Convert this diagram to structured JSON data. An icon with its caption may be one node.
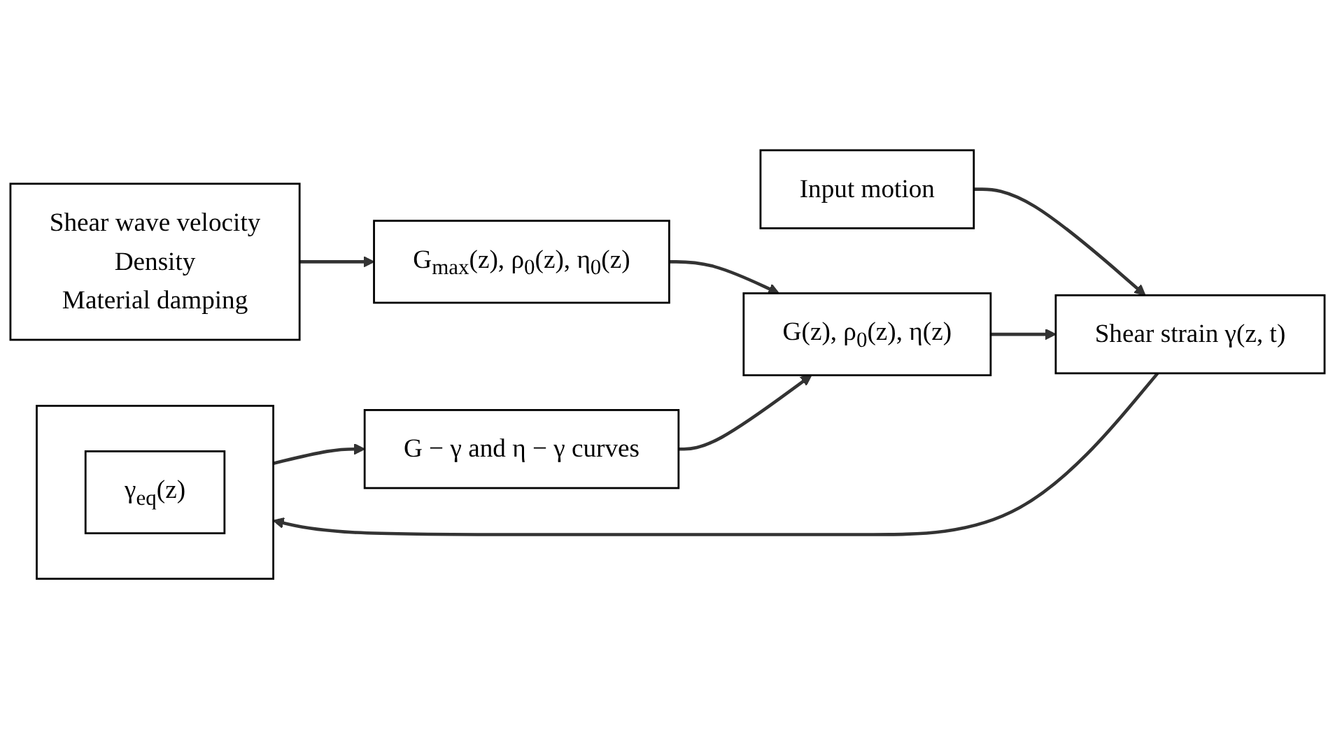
{
  "diagram": {
    "nodes": [
      {
        "text": [
          "Shear wave velocity",
          "Density",
          "Material damping"
        ]
      },
      {
        "text": [
          "G$_{max}$(z), ρ$_{0}$(z), η$_{0}$(z)"
        ]
      },
      {
        "text": [
          "Input motion"
        ]
      },
      {
        "text": [
          "Shear strain γ(z, t)"
        ]
      },
      {
        "text": [
          "G(z), ρ$_{0}$(z), η(z)"
        ]
      },
      {
        "text": [],
        "shape": "box"
      },
      {
        "text": [
          "γ$_{eq}$(z)"
        ],
        "in": 5
      },
      {
        "text": [
          "G − γ and η − γ curves"
        ]
      }
    ],
    "edges": [
      {
        "from": 0,
        "to": 1,
        "arrow": "to"
      },
      {
        "from": 1,
        "to": 4,
        "arrow": "to"
      },
      {
        "from": 2,
        "to": 3,
        "arrow": "to"
      },
      {
        "from": 4,
        "to": 3,
        "arrow": "to"
      },
      {
        "from": 3,
        "to": 5,
        "arrow": "to"
      },
      {
        "from": 5,
        "to": 7,
        "arrow": "to"
      },
      {
        "from": 7,
        "to": 4,
        "arrow": "to"
      }
    ]
  }
}
